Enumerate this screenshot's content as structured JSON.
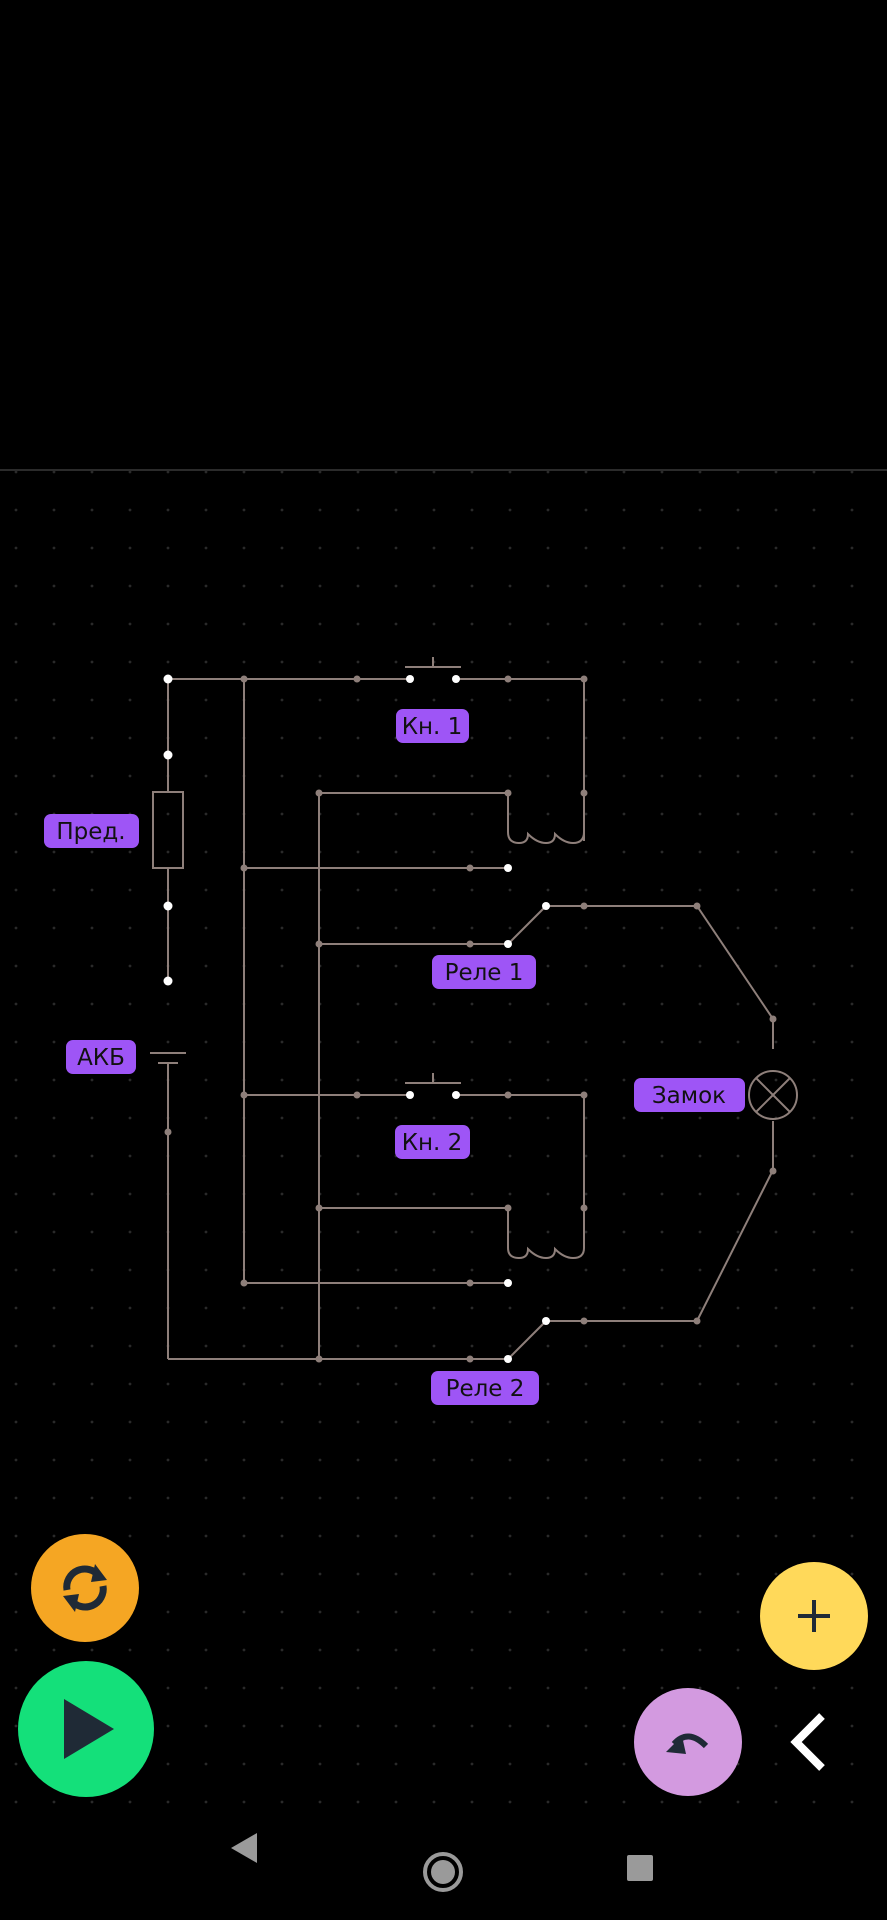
{
  "colors": {
    "background": "#000000",
    "wire": "#8e7f7a",
    "terminal": "#ffffff",
    "label_bg": "#9e55f6",
    "label_text": "#111111",
    "rotate_fab": "#f5a623",
    "play_fab": "#14e07a",
    "add_fab": "#ffd95a",
    "undo_fab": "#d39ae0"
  },
  "circuit": {
    "labels": {
      "button1": "Кн. 1",
      "fuse": "Пред.",
      "relay1": "Реле 1",
      "battery": "АКБ",
      "lock": "Замок",
      "button2": "Кн. 2",
      "relay2": "Реле 2"
    }
  },
  "controls": {
    "rotate": "rotate-icon",
    "play": "play-icon",
    "add": "plus-icon",
    "undo": "undo-icon",
    "collapse": "chevron-left-icon"
  },
  "navbar": {
    "back": "back-triangle-icon",
    "home": "home-circle-icon",
    "recents": "recents-square-icon"
  }
}
